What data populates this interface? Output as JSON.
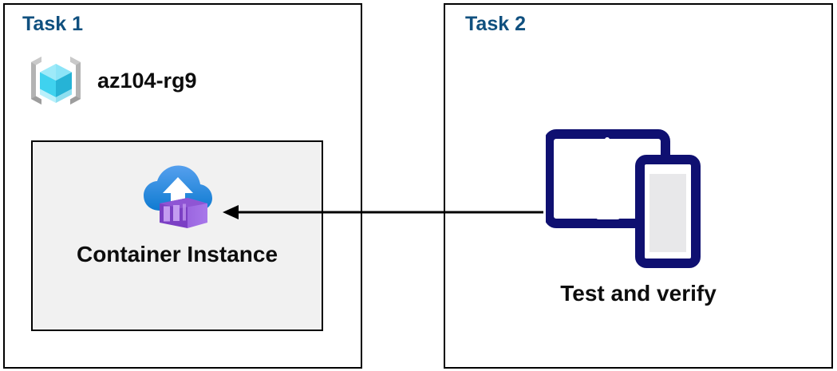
{
  "diagram": {
    "title_color": "#10507f",
    "border_color": "#000000",
    "box_fill": "#f1f1f1",
    "arrow_color": "#000000",
    "device_color": "#0f1071"
  },
  "panels": [
    {
      "id": "task1",
      "title": "Task 1",
      "resource_group": {
        "icon": "azure-resource-group-icon",
        "label": "az104-rg9"
      },
      "resource": {
        "icon": "azure-container-instance-icon",
        "label": "Container Instance"
      }
    },
    {
      "id": "task2",
      "title": "Task 2",
      "device": {
        "icon": "devices-tablet-phone-icon",
        "label": "Test and verify"
      }
    }
  ],
  "connector": {
    "name": "flow-arrow",
    "direction": "right-to-left",
    "from": "Test and verify",
    "to": "Container Instance"
  }
}
